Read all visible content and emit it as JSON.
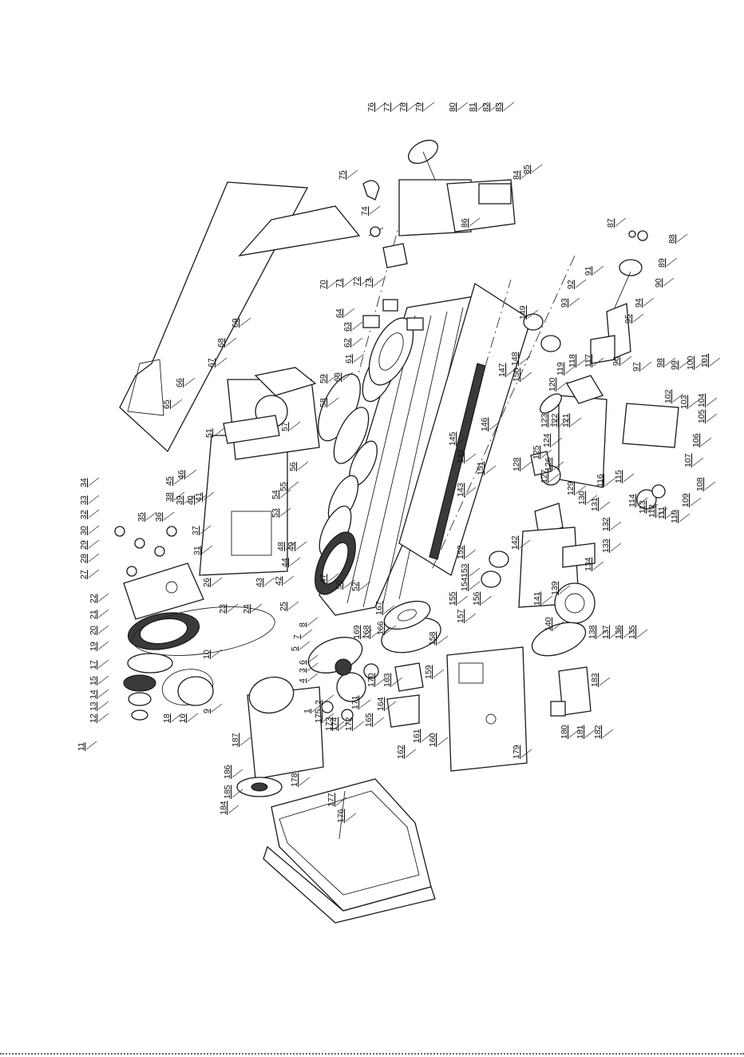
{
  "diagram": {
    "kind": "exploded-parts-view",
    "labels": [
      "1",
      "2",
      "3",
      "4",
      "5",
      "6",
      "7",
      "8",
      "9",
      "10",
      "11",
      "12",
      "13",
      "14",
      "15",
      "16",
      "17",
      "18",
      "19",
      "20",
      "21",
      "22",
      "23",
      "24",
      "25",
      "26",
      "27",
      "28",
      "29",
      "30",
      "31",
      "32",
      "33",
      "34",
      "35",
      "36",
      "37",
      "38",
      "39",
      "40",
      "41",
      "42",
      "43",
      "44",
      "45",
      "46",
      "47",
      "48",
      "49",
      "50",
      "51",
      "52",
      "53",
      "54",
      "55",
      "56",
      "57",
      "58",
      "59",
      "60",
      "61",
      "62",
      "63",
      "64",
      "65",
      "66",
      "67",
      "68",
      "69",
      "70",
      "71",
      "72",
      "73",
      "74",
      "75",
      "76",
      "77",
      "78",
      "79",
      "80",
      "81",
      "82",
      "83",
      "84",
      "85",
      "86",
      "87",
      "88",
      "89",
      "90",
      "91",
      "92",
      "93",
      "94",
      "95",
      "96",
      "97",
      "98",
      "99",
      "100",
      "101",
      "102",
      "103",
      "104",
      "105",
      "106",
      "107",
      "108",
      "109",
      "110",
      "111",
      "112",
      "113",
      "114",
      "115",
      "116",
      "117",
      "118",
      "119",
      "120",
      "121",
      "122",
      "123",
      "124",
      "125",
      "126",
      "127",
      "128",
      "129",
      "130",
      "131",
      "132",
      "133",
      "134",
      "135",
      "136",
      "137",
      "138",
      "139",
      "140",
      "141",
      "142",
      "143",
      "144",
      "145",
      "146",
      "147",
      "148",
      "149",
      "150",
      "151",
      "152",
      "153",
      "154",
      "155",
      "156",
      "157",
      "158",
      "159",
      "160",
      "161",
      "162",
      "163",
      "164",
      "165",
      "166",
      "167",
      "168",
      "169",
      "170",
      "171",
      "172",
      "173",
      "174",
      "175",
      "176",
      "177",
      "178",
      "179",
      "180",
      "181",
      "182",
      "183",
      "184",
      "185",
      "186",
      "187"
    ]
  }
}
